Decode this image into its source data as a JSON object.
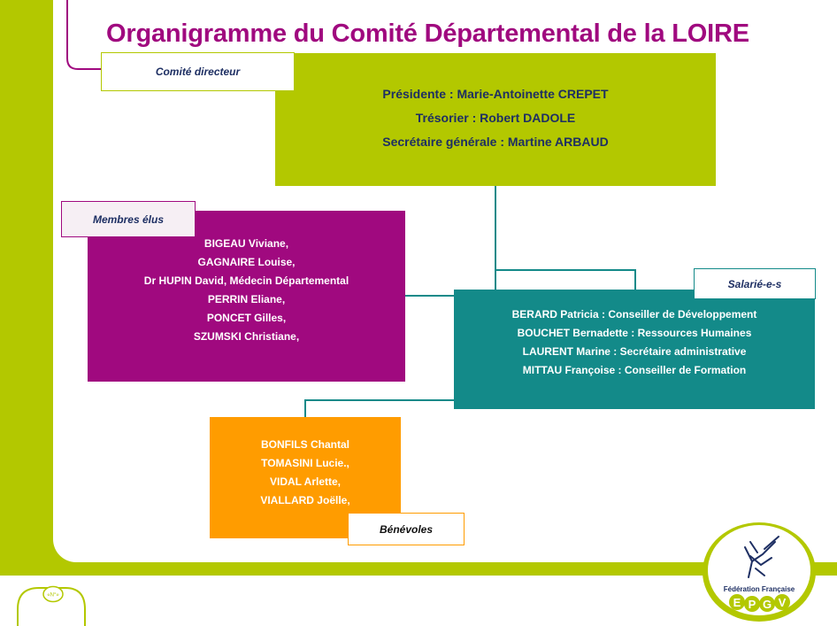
{
  "title": "Organigramme du Comité Départemental de la LOIRE",
  "comite_directeur": {
    "tag": "Comité directeur",
    "lines": [
      "Présidente : Marie-Antoinette CREPET",
      "Trésorier : Robert DADOLE",
      "Secrétaire générale : Martine ARBAUD"
    ]
  },
  "membres_elus": {
    "tag": "Membres élus",
    "lines": [
      "BIGEAU Viviane,",
      "GAGNAIRE Louise,",
      "Dr HUPIN David, Médecin Départemental",
      "PERRIN Eliane,",
      "PONCET Gilles,",
      "SZUMSKI Christiane,"
    ]
  },
  "salaries": {
    "tag": "Salarié-e-s",
    "lines": [
      "BERARD Patricia : Conseiller de Développement",
      "BOUCHET Bernadette : Ressources Humaines",
      "LAURENT Marine : Secrétaire administrative",
      "MITTAU Françoise : Conseiller de Formation"
    ]
  },
  "benevoles": {
    "tag": "Bénévoles",
    "lines": [
      "BONFILS Chantal",
      "TOMASINI Lucie.,",
      "VIDAL Arlette,",
      "VIALLARD Joëlle,"
    ]
  },
  "logo": {
    "line1": "Fédération Française",
    "letters": [
      "E",
      "P",
      "G",
      "V"
    ]
  },
  "page_marker": "«N°»",
  "colors": {
    "green": "#b3c800",
    "purple": "#a0097f",
    "teal": "#138a89",
    "orange": "#ff9c00",
    "navy": "#1e2f63"
  }
}
